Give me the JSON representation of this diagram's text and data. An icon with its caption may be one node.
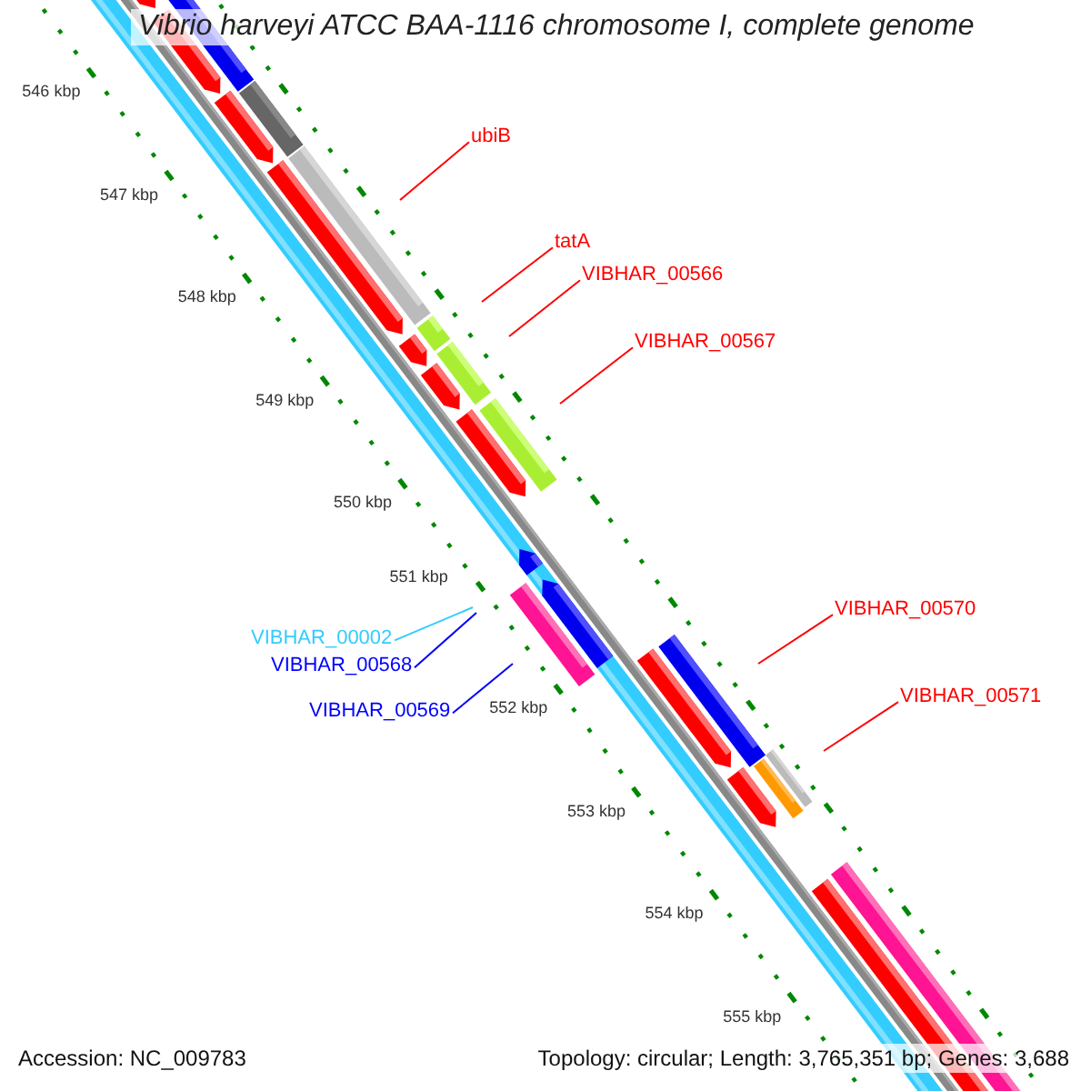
{
  "diagram": {
    "title": "Vibrio harveyi ATCC BAA-1116 chromosome I, complete genome",
    "nodes": [
      {
        "text": [
          "ubiB"
        ]
      },
      {
        "text": [
          "tatA"
        ]
      },
      {
        "text": [
          "VIBHAR_00566"
        ]
      },
      {
        "text": [
          "VIBHAR_00567"
        ]
      },
      {
        "text": [
          "VIBHAR_00002"
        ]
      },
      {
        "text": [
          "VIBHAR_00568"
        ]
      },
      {
        "text": [
          "VIBHAR_00569"
        ]
      },
      {
        "text": [
          "VIBHAR_00570"
        ]
      },
      {
        "text": [
          "VIBHAR_00571"
        ]
      }
    ],
    "edges": [
      {
        "from": 0,
        "to": null,
        "arrow": "none"
      },
      {
        "from": 1,
        "to": null,
        "arrow": "none"
      },
      {
        "from": 2,
        "to": null,
        "arrow": "none"
      },
      {
        "from": 3,
        "to": null,
        "arrow": "none"
      },
      {
        "from": 4,
        "to": null,
        "arrow": "none",
        "color": "#33ccff"
      },
      {
        "from": 5,
        "to": null,
        "arrow": "none",
        "color": "#0000ff"
      },
      {
        "from": 6,
        "to": null,
        "arrow": "none",
        "color": "#0000ff"
      },
      {
        "from": 7,
        "to": null,
        "arrow": "none"
      },
      {
        "from": 8,
        "to": null,
        "arrow": "none"
      }
    ],
    "labels": [
      "546 kbp",
      "547 kbp",
      "548 kbp",
      "549 kbp",
      "550 kbp",
      "551 kbp",
      "552 kbp",
      "553 kbp",
      "554 kbp",
      "555 kbp",
      "Accession: NC_009783",
      "Topology: circular; Length: 3,765,351 bp; Genes: 3,688"
    ]
  }
}
